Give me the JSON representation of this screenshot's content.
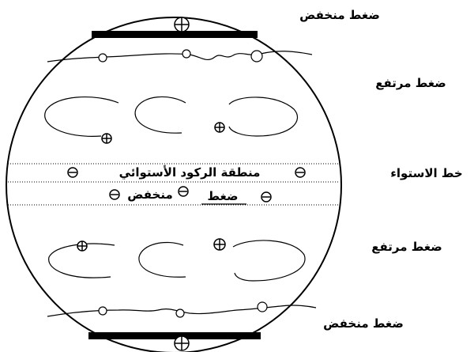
{
  "labels": {
    "top_low": "ضغط منخفض",
    "north_high": "ضغط مرتفع",
    "equator": "خط الاستواء",
    "doldrums": "منطقة الركود الأستوائي",
    "equatorial_low_1": "منخفض",
    "equatorial_low_2": "ضغط",
    "south_high": "ضغط مرتفع",
    "bottom_low": "ضغط منخفض"
  },
  "symbols": {
    "high": "plus-in-circle",
    "low": "minus-in-circle"
  },
  "colors": {
    "line": "#000000",
    "background": "#ffffff"
  }
}
